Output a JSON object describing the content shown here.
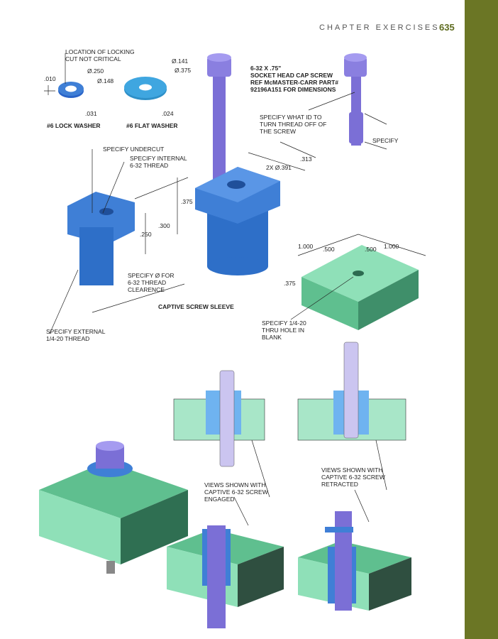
{
  "header": {
    "section": "CHAPTER EXERCISES",
    "page_number": "635"
  },
  "lock_washer": {
    "title": "#6 LOCK WASHER",
    "note": "LOCATION OF LOCKING\nCUT NOT CRITICAL",
    "od": "Ø.250",
    "id": "Ø.148",
    "gap": ".010",
    "thickness": ".031"
  },
  "flat_washer": {
    "title": "#6 FLAT WASHER",
    "id": "Ø.141",
    "od": "Ø.375",
    "thickness": ".024"
  },
  "screw": {
    "title": "6-32 X .75\"\nSOCKET HEAD CAP SCREW\nREF McMASTER-CARR PART#\n92196A151 FOR DIMENSIONS",
    "note": "SPECIFY WHAT ID TO\nTURN THREAD OFF OF\nTHE SCREW",
    "specify": "SPECIFY"
  },
  "sleeve": {
    "title": "CAPTIVE SCREW SLEEVE",
    "undercut": "SPECIFY UNDERCUT",
    "internal": "SPECIFY INTERNAL\n6-32 THREAD",
    "external": "SPECIFY EXTERNAL\n1/4-20 THREAD",
    "clearance": "SPECIFY Ø FOR\n6-32 THREAD\nCLEARENCE",
    "d375": ".375",
    "d300": ".300",
    "d250": ".250",
    "d313": ".313",
    "holes": "2X Ø.391"
  },
  "blank": {
    "w1": "1.000",
    "w2": "1.000",
    "h1": ".500",
    "h2": ".500",
    "thick": ".375",
    "note": "SPECIFY 1/4-20\nTHRU HOLE IN\nBLANK"
  },
  "views": {
    "engaged": "VIEWS SHOWN WITH\nCAPTIVE 6-32 SCREW\nENGAGED",
    "retracted": "VIEWS SHOWN WITH\nCAPTIVE 6-32 SCREW\nRETRACTED"
  },
  "colors": {
    "sidebar": "#6b7625",
    "blue": "#3f7fd6",
    "purple": "#7b6fd6",
    "green": "#6fcf9f"
  }
}
